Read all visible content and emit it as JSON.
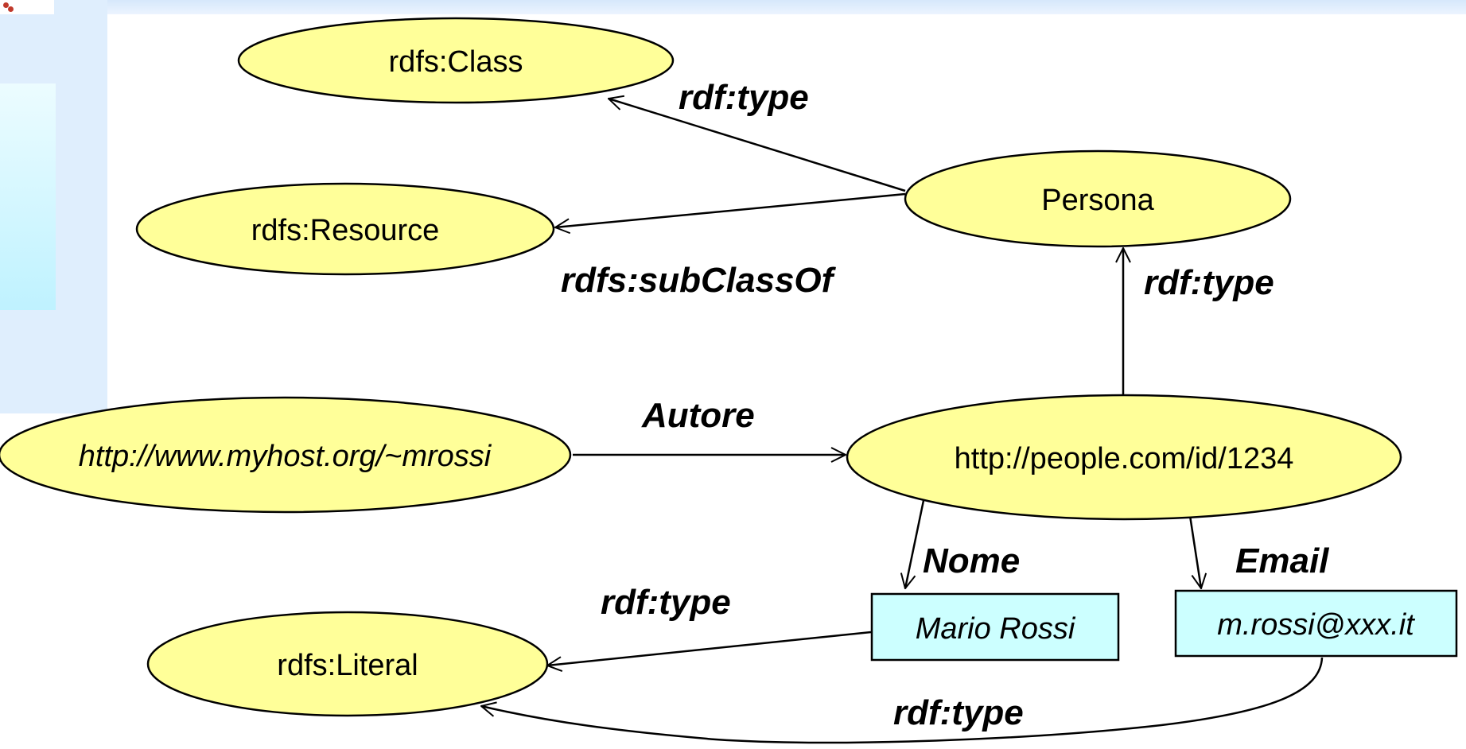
{
  "colors": {
    "ellipse_fill": "#ffff99",
    "literal_box_fill": "#ccffff",
    "stroke": "#000000"
  },
  "nodes": {
    "rdfs_class": "rdfs:Class",
    "rdfs_resource": "rdfs:Resource",
    "persona": "Persona",
    "myhost": "http://www.myhost.org/~mrossi",
    "people": "http://people.com/id/1234",
    "mario_rossi": "Mario Rossi",
    "email_value": "m.rossi@xxx.it",
    "rdfs_literal": "rdfs:Literal"
  },
  "edges": {
    "persona_type": "rdf:type",
    "persona_subclass": "rdfs:subClassOf",
    "people_type": "rdf:type",
    "autore": "Autore",
    "nome": "Nome",
    "email": "Email",
    "name_literal_type": "rdf:type",
    "email_literal_type": "rdf:type"
  }
}
